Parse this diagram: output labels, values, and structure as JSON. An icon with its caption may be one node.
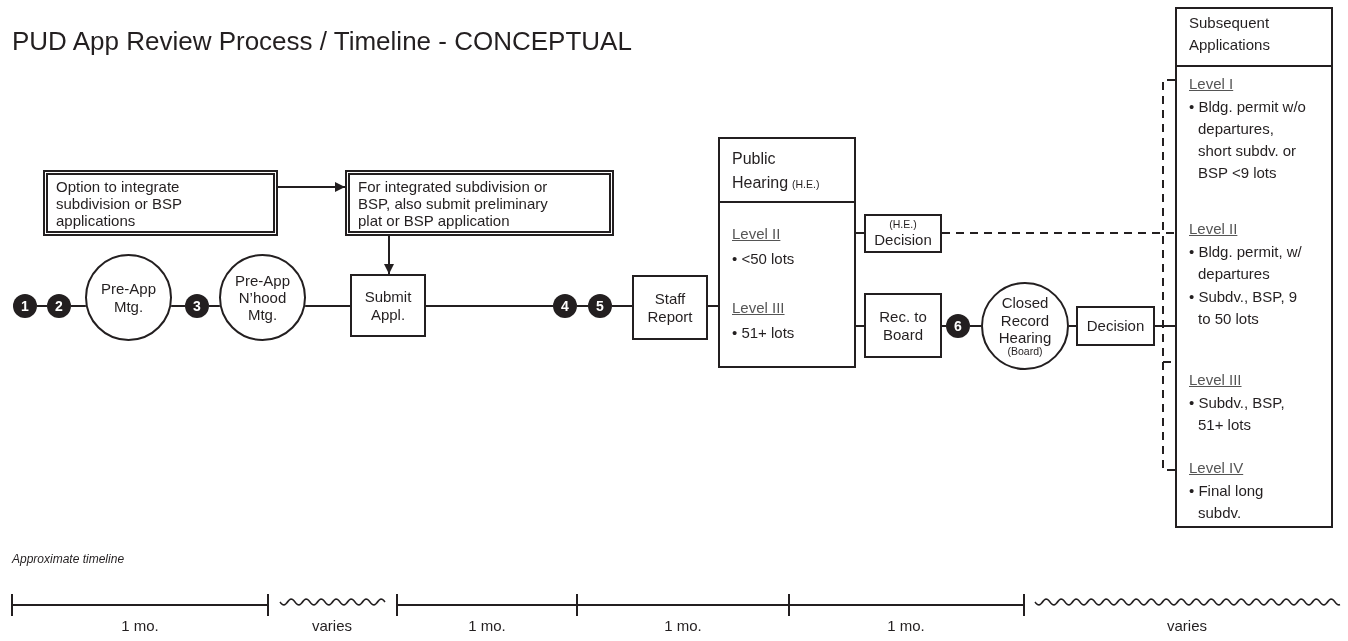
{
  "diagram": {
    "title": "PUD App Review Process / Timeline - CONCEPTUAL",
    "nodes": [
      {
        "text": [
          "Option to integrate subdivision or BSP applications"
        ]
      },
      {
        "text": [
          "For integrated subdivision or BSP, also submit preliminary plat or BSP application"
        ]
      },
      {
        "text": [
          "1"
        ]
      },
      {
        "text": [
          "2"
        ]
      },
      {
        "text": [
          "Pre-App Mtg."
        ]
      },
      {
        "text": [
          "3"
        ]
      },
      {
        "text": [
          "Pre-App N’hood Mtg."
        ]
      },
      {
        "text": [
          "Submit Appl."
        ]
      },
      {
        "text": [
          "4"
        ]
      },
      {
        "text": [
          "5"
        ]
      },
      {
        "text": [
          "Staff Report"
        ]
      },
      {
        "text": [
          "Public Hearing",
          "(H.E.)",
          "Level II",
          "• <50 lots",
          "Level III",
          "• 51+ lots"
        ]
      },
      {
        "text": [
          "(H.E.)",
          "Decision"
        ]
      },
      {
        "text": [
          "Rec. to Board"
        ]
      },
      {
        "text": [
          "6"
        ]
      },
      {
        "text": [
          "Closed Record Hearing",
          "(Board)"
        ]
      },
      {
        "text": [
          "Decision"
        ]
      },
      {
        "text": [
          "Subsequent Applications",
          "Level I",
          "• Bldg. permit w/o departures, short subdv. or BSP <9 lots",
          "Level II",
          "• Bldg. permit, w/ departures",
          "• Subdv., BSP, 9 to 50 lots",
          "Level III",
          "• Subdv., BSP, 51+ lots",
          "Level IV",
          "• Final long subdv."
        ]
      }
    ],
    "edges": [
      {
        "from": 0,
        "to": 1,
        "arrow": "to"
      },
      {
        "from": 1,
        "to": 7,
        "arrow": "to"
      },
      {
        "from": 2,
        "to": 3,
        "arrow": "none"
      },
      {
        "from": 3,
        "to": 4,
        "arrow": "none"
      },
      {
        "from": 4,
        "to": 5,
        "arrow": "none"
      },
      {
        "from": 5,
        "to": 6,
        "arrow": "none"
      },
      {
        "from": 6,
        "to": 7,
        "arrow": "none"
      },
      {
        "from": 7,
        "to": 8,
        "arrow": "none"
      },
      {
        "from": 8,
        "to": 9,
        "arrow": "none"
      },
      {
        "from": 9,
        "to": 10,
        "arrow": "none"
      },
      {
        "from": 10,
        "to": 11,
        "arrow": "none"
      },
      {
        "from": 11,
        "to": 12,
        "arrow": "none"
      },
      {
        "from": 11,
        "to": 13,
        "arrow": "none"
      },
      {
        "from": 13,
        "to": 14,
        "arrow": "none"
      },
      {
        "from": 14,
        "to": 15,
        "arrow": "none"
      },
      {
        "from": 15,
        "to": 16,
        "arrow": "none"
      },
      {
        "from": 12,
        "to": 17,
        "arrow": "none",
        "style": "dashed"
      },
      {
        "from": 16,
        "to": 17,
        "arrow": "none"
      }
    ],
    "labels": [
      "Approximate timeline",
      "1 mo.",
      "varies",
      "1 mo.",
      "1 mo.",
      "1 mo.",
      "varies"
    ]
  }
}
